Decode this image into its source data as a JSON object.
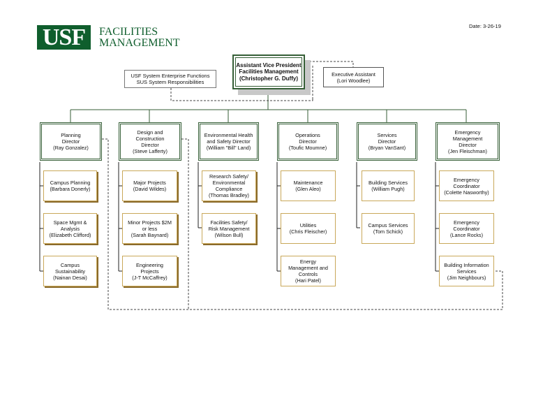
{
  "header": {
    "logo_mark": "USF",
    "logo_text": "FACILITIES\nMANAGEMENT",
    "date": "Date: 3-26-19"
  },
  "top": {
    "avp": "Assistant Vice President\nFacilities Management\n(Christopher G. Duffy)",
    "exec_assistant": "Executive Assistant\n(Lori Woodlee)",
    "sus": "USF System Enterprise Functions\nSUS System Responsibilities"
  },
  "directors": [
    "Planning\nDirector\n(Ray Gonzalez)",
    "Design and\nConstruction\nDirector\n(Steve Lafferty)",
    "Environmental Health\nand Safety Director\n(William \"Bill\" Land)",
    "Operations\nDirector\n(Toufic Moumne)",
    "Services\nDirector\n(Bryan VanSant)",
    "Emergency\nManagement\nDirector\n(Jen Fleischman)"
  ],
  "units": {
    "planning": [
      "Campus Planning\n(Barbara Donerly)",
      "Space Mgmt &\nAnalysis\n(Elizabeth Clifford)",
      "Campus\nSustainability\n(Nainan Desai)"
    ],
    "design": [
      "Major Projects\n(David Wildes)",
      "Minor Projects $2M\nor less\n(Sarah Baynard)",
      "Engineering\nProjects\n(J-T McCaffrey)"
    ],
    "ehs": [
      "Research Safety/\nEnvironmental\nCompliance\n(Thomas Bradley)",
      "Facilities Safety/\nRisk Management\n(Wilson Bull)"
    ],
    "operations": [
      "Maintenance\n(Glen Aleo)",
      "Utilities\n(Chris Fleischer)",
      "Energy\nManagement and\nControls\n(Hari Patel)"
    ],
    "services": [
      "Building Services\n(William Pugh)",
      "Campus Services\n(Tom Schick)"
    ],
    "emergency": [
      "Emergency\nCoordinator\n(Colette Nasworthy)",
      "Emergency\nCoordinator\n(Lance Rocks)",
      "Building Information\nServices\n(Jim Neighbours)"
    ]
  },
  "colors": {
    "green": "#0f5e2d",
    "box_green": "#355e36",
    "gold": "#c9a85a"
  }
}
